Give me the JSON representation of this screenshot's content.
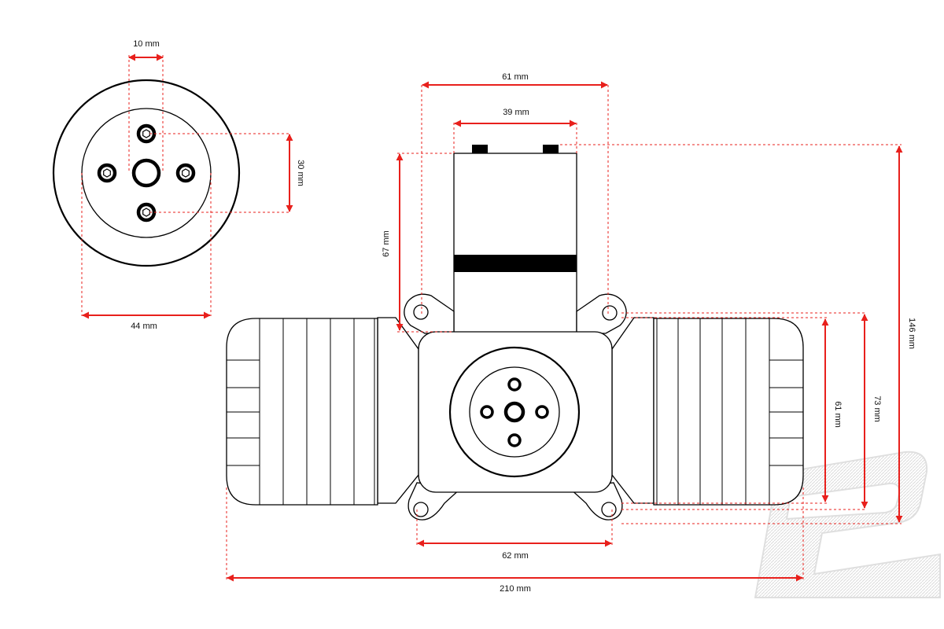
{
  "colors": {
    "dimension": "#e8201c",
    "outline": "#000000",
    "watermark": "#d9d9d9",
    "background": "#ffffff"
  },
  "dimensions": {
    "shaft_diameter": "10 mm",
    "mount_hole_spacing": "30 mm",
    "prop_hub_diameter": "44 mm",
    "carburetor_width": "61 mm",
    "carburetor_inner_width": "39 mm",
    "carburetor_height": "67 mm",
    "overall_height": "146 mm",
    "mount_spacing_vertical": "61 mm",
    "mount_bracket_height": "73 mm",
    "mount_spacing_horizontal": "62 mm",
    "overall_width": "210 mm"
  },
  "icons": {
    "watermark": "logo-watermark-icon"
  }
}
